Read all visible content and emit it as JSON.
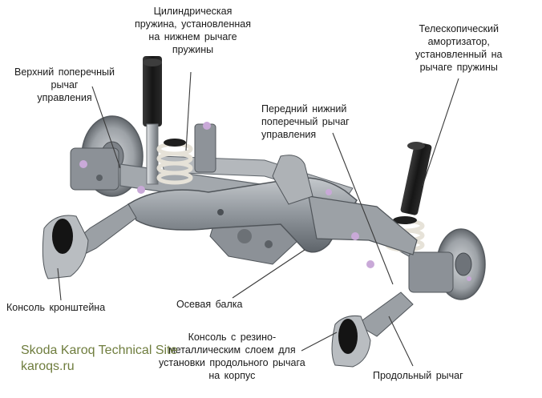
{
  "labels": {
    "coil_spring": [
      "Цилиндрическая",
      "пружина, установленная",
      "на нижнем рычаге",
      "пружины"
    ],
    "telescopic_damper": [
      "Телескопический",
      "амортизатор,",
      "установленный на",
      "рычаге пружины"
    ],
    "upper_wishbone": [
      "Верхний поперечный",
      "рычаг",
      "управления"
    ],
    "front_lower_wishbone": [
      "Передний нижний",
      "поперечный рычаг",
      "управления"
    ],
    "bracket_console": "Консоль кронштейна",
    "axle_beam": "Осевая балка",
    "rubber_metal_console": [
      "Консоль с резино-",
      "металлическим слоем для",
      "установки продольного рычага",
      "на корпус"
    ],
    "trailing_arm": "Продольный рычаг"
  },
  "watermark": {
    "title": "Skoda Karoq Technical Site",
    "site": "karoqs.ru"
  },
  "colors": {
    "metal": "#9aa0a6",
    "metal_dark": "#5f656b",
    "rubber": "#1c1c1c",
    "leader": "#3a3a3a",
    "watermark": "#6f7d3e"
  }
}
